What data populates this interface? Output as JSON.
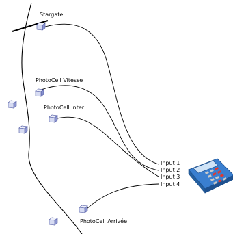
{
  "diagram": {
    "sensors": {
      "stargate": "Stargate",
      "photocell_speed": "PhotoCell Vitesse",
      "photocell_inter": "PhotoCell Inter",
      "photocell_finish": "PhotoCell Arrivée"
    },
    "inputs": [
      "Input 1",
      "Input 2",
      "Input 3",
      "Input 4"
    ],
    "colors": {
      "sensor_front": "#d6dbf2",
      "sensor_side": "#8a93cf",
      "sensor_top": "#eef0fb",
      "device_body": "#3a7fd0",
      "device_screen": "#cfe3f7",
      "device_key_red": "#e03a2f",
      "device_key_grey": "#c9c9c9"
    }
  }
}
